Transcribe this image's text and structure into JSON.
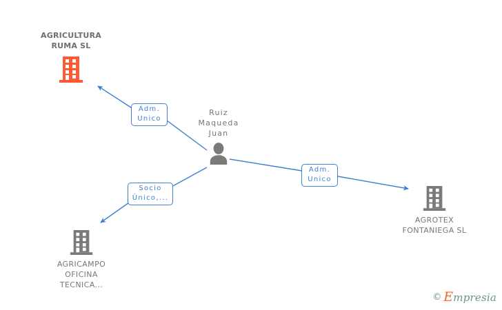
{
  "diagram": {
    "type": "corporate-relationship-graph",
    "background_color": "#ffffff",
    "edge_color": "#3f7fd0",
    "company_color": "#ff5a33",
    "related_company_color": "#7a7a7a",
    "person_color": "#7a7a7a",
    "label_text_color": "#767676"
  },
  "nodes": {
    "main_company": {
      "name": "AGRICULTURA\nRUMA SL",
      "icon": "building-icon",
      "role": "focus-company"
    },
    "person": {
      "name": "Ruiz\nMaqueda\nJuan",
      "icon": "person-icon",
      "role": "individual"
    },
    "company_bottom_left": {
      "name": "AGRICAMPO\nOFICINA\nTECNICA...",
      "icon": "building-icon",
      "role": "related-company"
    },
    "company_right": {
      "name": "AGROTEX\nFONTANIEGA SL",
      "icon": "building-icon",
      "role": "related-company"
    }
  },
  "edges": [
    {
      "id": "edge-person-to-main",
      "from": "person",
      "to": "main_company",
      "label_line1": "Adm.",
      "label_line2": "Unico"
    },
    {
      "id": "edge-person-to-bottom-left",
      "from": "person",
      "to": "company_bottom_left",
      "label_line1": "Socio",
      "label_line2": "Único,..."
    },
    {
      "id": "edge-person-to-right",
      "from": "person",
      "to": "company_right",
      "label_line1": "Adm.",
      "label_line2": "Unico"
    }
  ],
  "watermark": {
    "copyright": "©",
    "brand_initial": "E",
    "brand_rest": "mpresia"
  }
}
